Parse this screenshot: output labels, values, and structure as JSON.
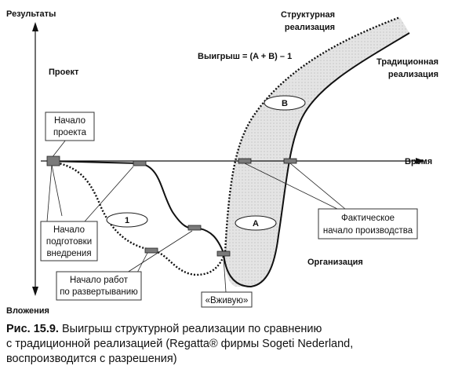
{
  "diagram": {
    "axes": {
      "y_top_label": "Результаты",
      "y_bottom_label": "Вложения",
      "x_label": "Время",
      "project_label": "Проект"
    },
    "formula": "Выигрыш = (A + B) – 1",
    "curves": {
      "structured_label_lines": [
        "Структурная",
        "реализация"
      ],
      "traditional_label_lines": [
        "Традиционная",
        "реализация"
      ],
      "organization_label": "Организация"
    },
    "regions": {
      "a": "A",
      "b": "B",
      "one": "1"
    },
    "boxes": {
      "project_start_lines": [
        "Начало",
        "проекта"
      ],
      "implementation_prep_lines": [
        "Начало",
        "подготовки",
        "внедрения"
      ],
      "deployment_start_lines": [
        "Начало работ",
        "по развертыванию"
      ],
      "go_live": "«Вживую»",
      "production_start_lines": [
        "Фактическое",
        "начало производства"
      ]
    }
  },
  "caption": {
    "figure_number": "Рис. 15.9.",
    "line1_text": "Выигрыш структурной реализации по сравнению",
    "line2": "с традиционной реализацией (Regatta® фирмы Sogeti Nederland,",
    "line3": "воспроизводится с разрешения)"
  }
}
